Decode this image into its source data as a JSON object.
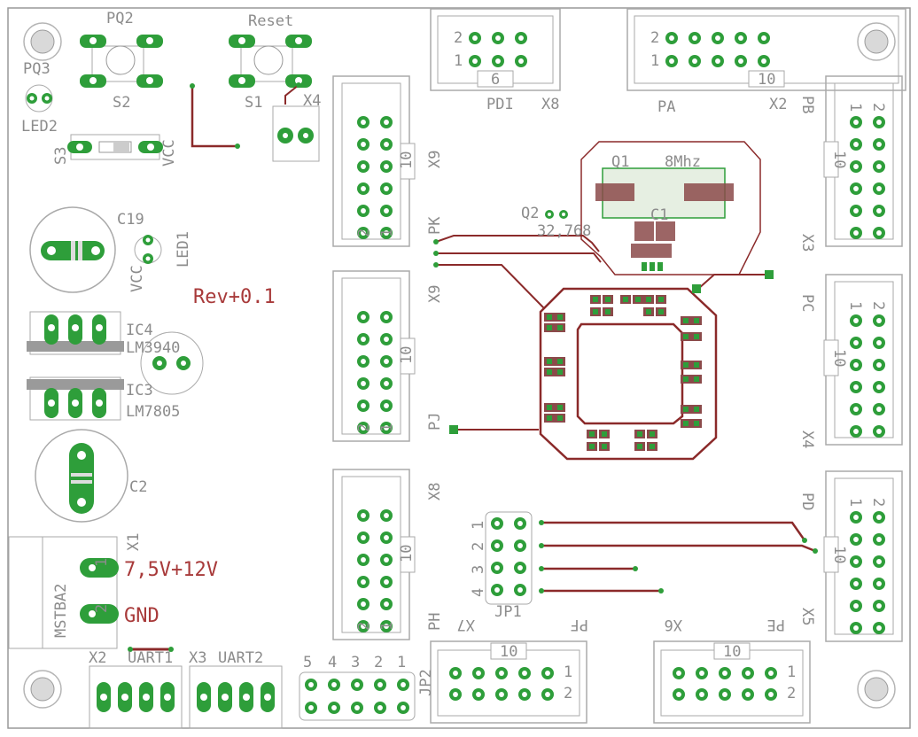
{
  "board": {
    "revision": "Rev+0.1",
    "power_in": "7,5V+12V",
    "ground": "GND",
    "vcc": "VCC"
  },
  "colors": {
    "pad_green": "#2e9e3a",
    "trace_red": "#8b2a2a",
    "silk_gray": "#8c8c8c",
    "background": "#ffffff",
    "hole_ring": "#cfcfcf"
  },
  "labels": {
    "pq2": "PQ2",
    "pq3": "PQ3",
    "led2": "LED2",
    "s2": "S2",
    "s3": "S3",
    "reset": "Reset",
    "s1": "S1",
    "x4": "X4",
    "c19": "C19",
    "led1": "LED1",
    "ic4": "IC4",
    "lm3940": "LM3940",
    "ic3": "IC3",
    "lm7805": "LM7805",
    "c2": "C2",
    "mstba2": "MSTBA2",
    "x1": "X1",
    "x9": "X9",
    "pk": "PK",
    "pj": "PJ",
    "x8": "X8",
    "ph": "PH",
    "pdi": "PDI",
    "x8b": "X8",
    "pa": "PA",
    "x2": "X2",
    "pb": "PB",
    "x3": "X3",
    "pc": "PC",
    "x4b": "X4",
    "pd": "PD",
    "x5": "X5",
    "q1": "Q1",
    "freq": "8Mhz",
    "c1": "C1",
    "q2": "Q2",
    "freq2": "32,768",
    "pf": "PF",
    "x7": "X7",
    "pe": "PE",
    "x6": "X6",
    "jp1": "JP1",
    "jp2": "JP2",
    "uart1": "UART1",
    "uart2": "UART2",
    "x2b": "X2",
    "x3b": "X3",
    "ten": "10",
    "six": "6"
  },
  "pin_numbers": {
    "one": "1",
    "two": "2",
    "three": "3",
    "four": "4",
    "five": "5"
  }
}
